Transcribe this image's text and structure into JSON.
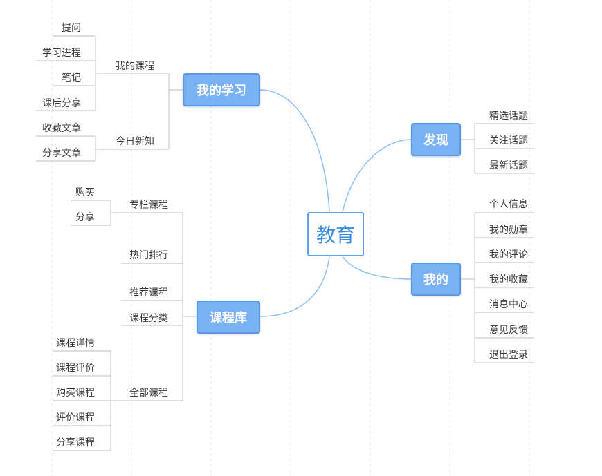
{
  "diagram": {
    "center": {
      "label": "教育"
    },
    "branches": [
      {
        "id": "my-study",
        "label": "我的学习",
        "groups": [
          {
            "label": "我的课程",
            "items": [
              "提问",
              "学习进程",
              "笔记",
              "课后分享"
            ]
          },
          {
            "label": "今日新知",
            "items": [
              "收藏文章",
              "分享文章"
            ]
          }
        ]
      },
      {
        "id": "course-library",
        "label": "课程库",
        "groups": [
          {
            "label": "专栏课程",
            "items": [
              "购买",
              "分享"
            ]
          },
          {
            "label": "热门排行",
            "items": []
          },
          {
            "label": "推荐课程",
            "items": []
          },
          {
            "label": "课程分类",
            "items": []
          },
          {
            "label": "全部课程",
            "items": [
              "课程详情",
              "课程评价",
              "购买课程",
              "评价课程",
              "分享课程"
            ]
          }
        ]
      },
      {
        "id": "discover",
        "label": "发现",
        "items": [
          "精选话题",
          "关注话题",
          "最新话题"
        ]
      },
      {
        "id": "mine",
        "label": "我的",
        "items": [
          "个人信息",
          "我的勋章",
          "我的评论",
          "我的收藏",
          "消息中心",
          "意见反馈",
          "退出登录"
        ]
      }
    ]
  },
  "colors": {
    "connector": "#8fbff5",
    "leaf_line": "#c8cdd4",
    "main_fill": "#79b2f4",
    "main_border": "#5a98e6",
    "center_border": "#5ea2ee",
    "center_text": "#3a8de0",
    "grid": "#e3e6ea"
  }
}
